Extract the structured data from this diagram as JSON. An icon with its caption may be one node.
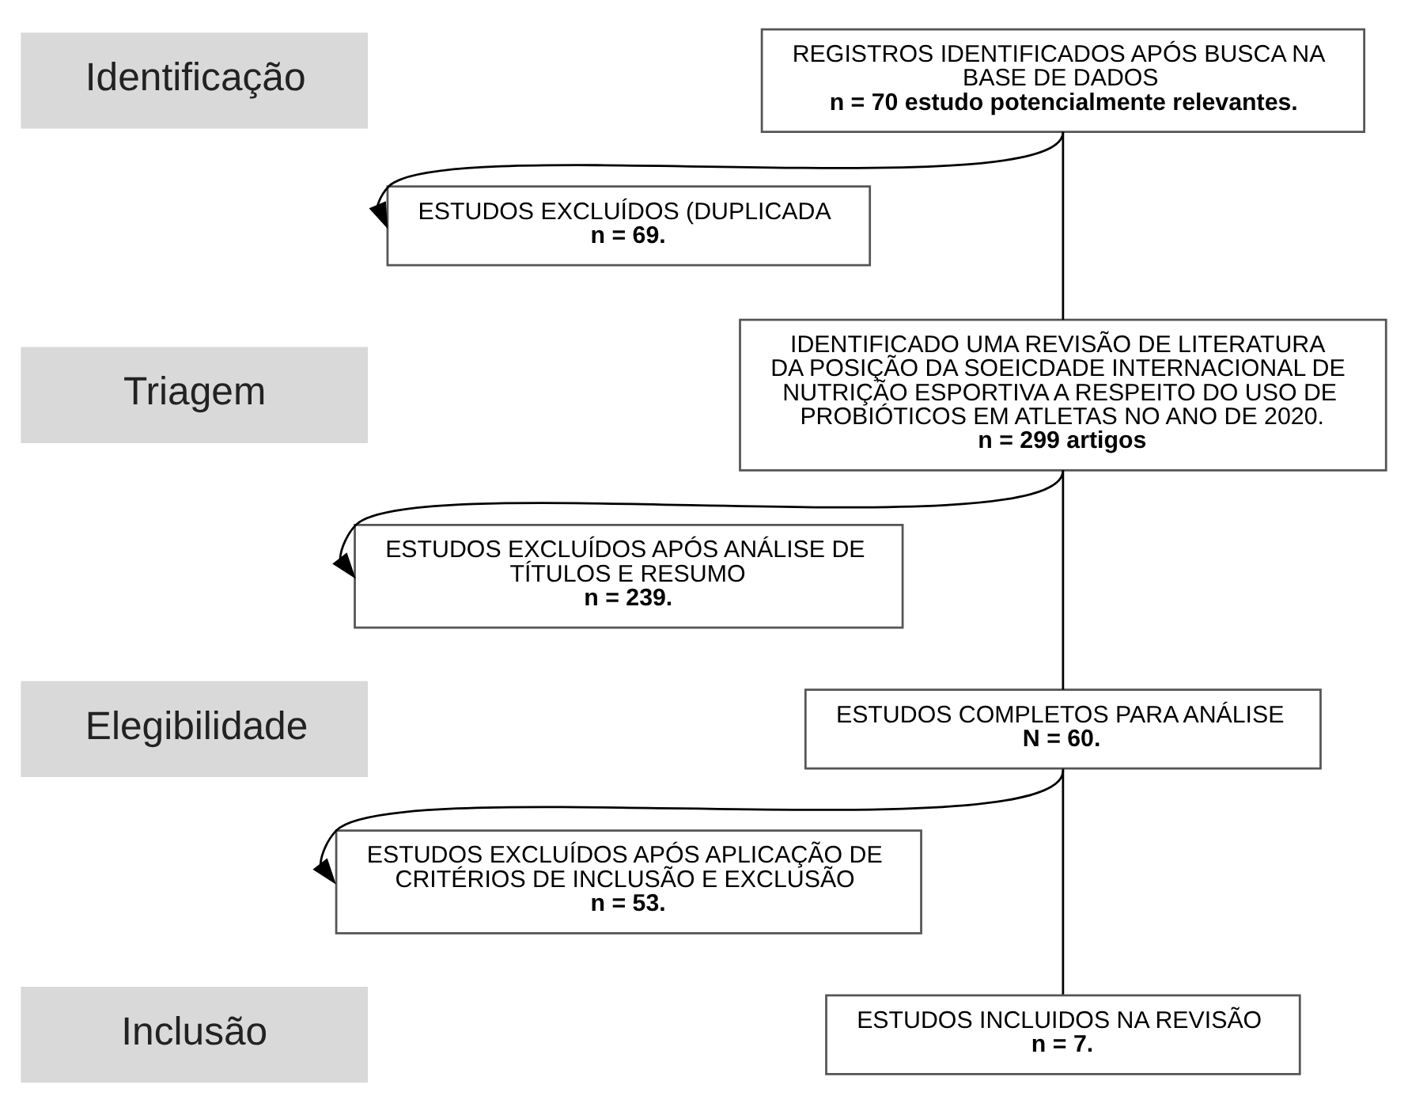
{
  "diagram": {
    "nodes": [
      {
        "text": [
          "Identificação"
        ]
      },
      {
        "text": [
          "REGISTROS IDENTIFICADOS APÓS BUSCA NA BASE DE DADOS",
          "n = 70 estudo potencialmente relevantes."
        ]
      },
      {
        "text": [
          "ESTUDOS EXCLUÍDOS (DUPLICADA",
          "n = 69."
        ]
      },
      {
        "text": [
          "Triagem"
        ]
      },
      {
        "text": [
          "IDENTIFICADO UMA REVISÃO DE LITERATURA DA POSIÇÃO DA SOEICDADE INTERNACIONAL DE NUTRIÇÃO ESPORTIVA A RESPEITO DO USO DE PROBIÓTICOS EM ATLETAS NO ANO DE 2020.",
          "n = 299 artigos"
        ]
      },
      {
        "text": [
          "ESTUDOS EXCLUÍDOS APÓS ANÁLISE DE TÍTULOS E RESUMO",
          "n = 239."
        ]
      },
      {
        "text": [
          "Elegibilidade"
        ]
      },
      {
        "text": [
          "ESTUDOS COMPLETOS PARA ANÁLISE",
          "N = 60."
        ]
      },
      {
        "text": [
          "ESTUDOS EXCLUÍDOS APÓS APLICAÇÃO DE CRITÉRIOS DE INCLUSÃO E EXCLUSÃO",
          "n = 53."
        ]
      },
      {
        "text": [
          "Inclusão"
        ]
      },
      {
        "text": [
          "ESTUDOS INCLUIDOS NA REVISÃO",
          "n = 7."
        ]
      }
    ],
    "edges": [
      {
        "from": 1,
        "to": 4,
        "arrow": "none"
      },
      {
        "from": 1,
        "to": 2,
        "arrow": "to"
      },
      {
        "from": 4,
        "to": 7,
        "arrow": "none"
      },
      {
        "from": 4,
        "to": 5,
        "arrow": "to"
      },
      {
        "from": 7,
        "to": 10,
        "arrow": "none"
      },
      {
        "from": 7,
        "to": 8,
        "arrow": "to"
      }
    ]
  }
}
